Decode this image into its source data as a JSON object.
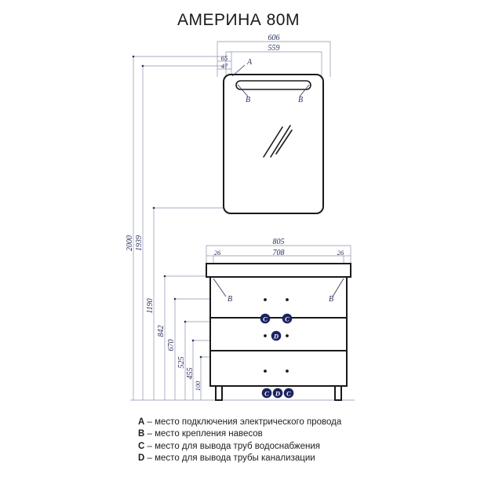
{
  "page": {
    "title": "АМЕРИНА 80М",
    "background": "#ffffff",
    "line_color": "#1a1a1a",
    "dim_color": "#2b2f5e",
    "marker_fill": "#1b2360",
    "marker_text": "#ffffff"
  },
  "mirror_cabinet": {
    "name": "mirror-cabinet",
    "dimensions": {
      "overall_width": "606",
      "inner_width": "559",
      "top_offset_a": "65",
      "top_offset_b": "47"
    },
    "markers": {
      "a": "A",
      "b_left": "B",
      "b_right": "B"
    }
  },
  "vanity": {
    "name": "vanity-cabinet",
    "dimensions": {
      "overall_width": "805",
      "inner_width": "708",
      "left_inset": "26",
      "right_inset": "26"
    },
    "markers": {
      "b_left": "B",
      "b_right": "B",
      "c_left": "C",
      "c_right": "C",
      "d_mid": "D",
      "base_c_left": "C",
      "base_d": "D",
      "base_c_right": "C"
    }
  },
  "vertical_dimensions": [
    {
      "value": "2000"
    },
    {
      "value": "1939"
    },
    {
      "value": "1190"
    },
    {
      "value": "842"
    },
    {
      "value": "670"
    },
    {
      "value": "525"
    },
    {
      "value": "455"
    },
    {
      "value": "100"
    }
  ],
  "legend": {
    "name": "legend",
    "items": [
      {
        "key": "A",
        "dash": "–",
        "text": "место подключения электрического провода"
      },
      {
        "key": "B",
        "dash": "–",
        "text": "место крепления навесов"
      },
      {
        "key": "C",
        "dash": "–",
        "text": "место для вывода труб водоснабжения"
      },
      {
        "key": "D",
        "dash": "–",
        "text": "место для вывода трубы канализации"
      }
    ]
  }
}
